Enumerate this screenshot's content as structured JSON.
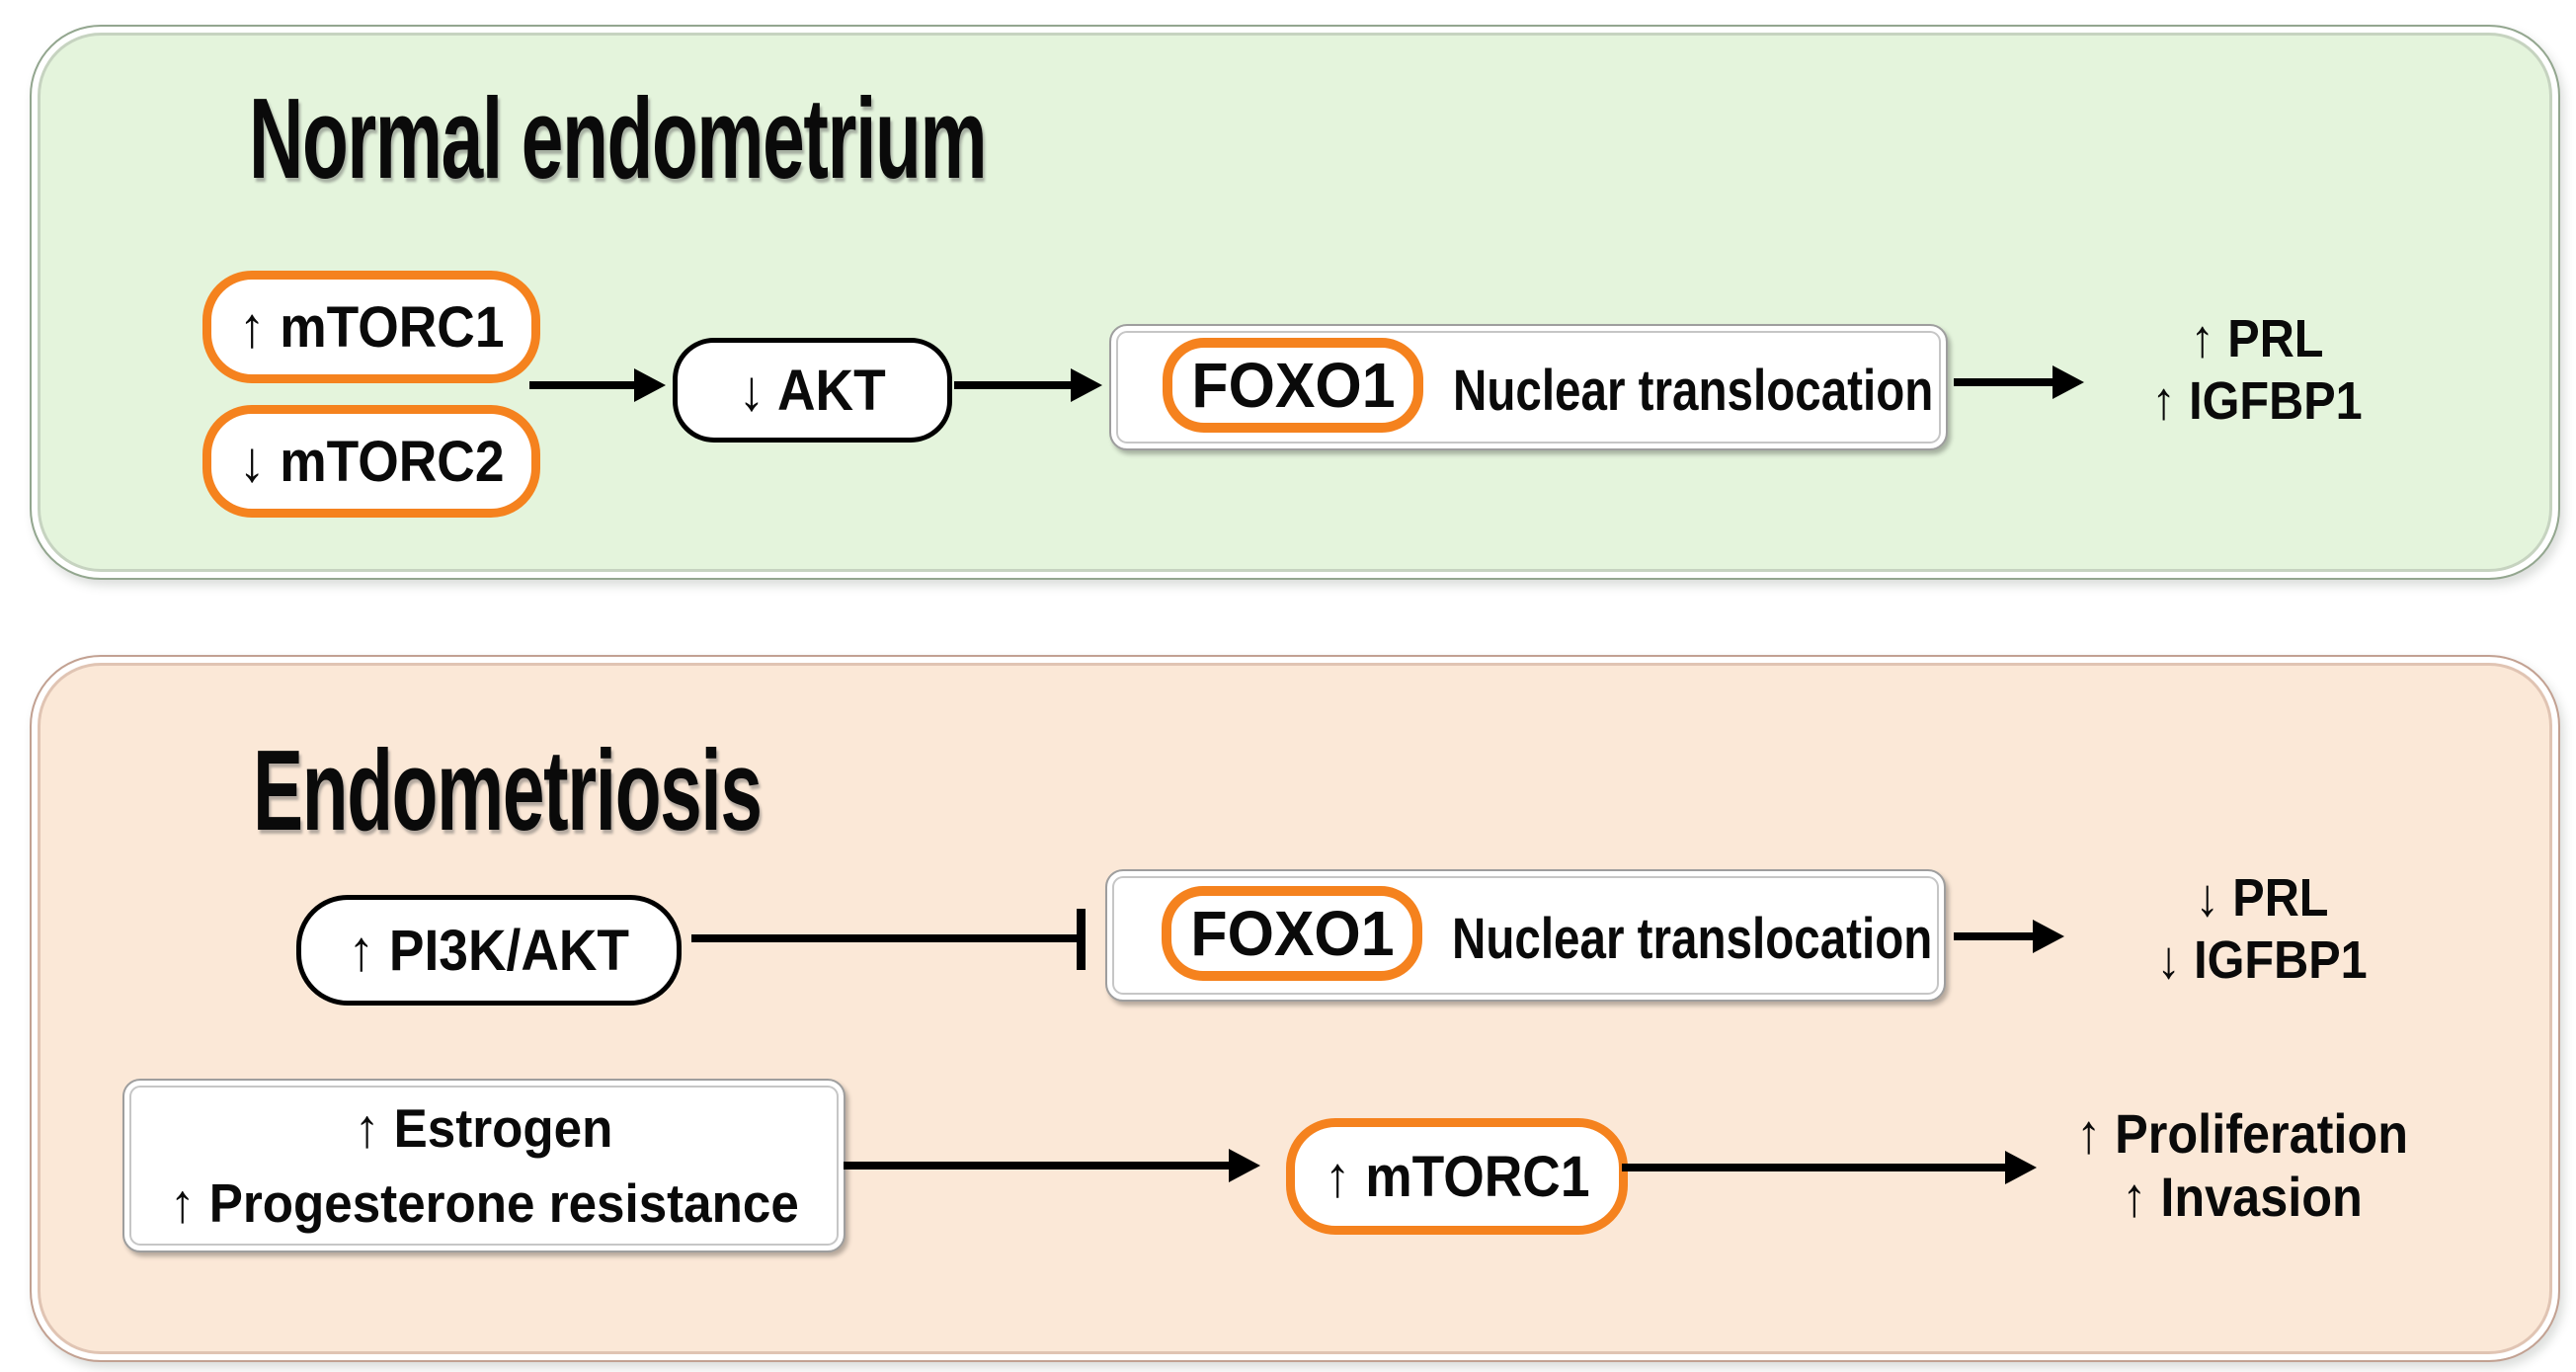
{
  "colors": {
    "accent_orange": "#f5821e",
    "panel_green_bg": "#e4f4dc",
    "panel_peach_bg": "#fbe8d7",
    "line_black": "#000000",
    "box_fill": "#ffffff"
  },
  "panels": {
    "normal": {
      "title": "Normal endometrium",
      "nodes": {
        "mtorc1": {
          "label": "↑ mTORC1"
        },
        "mtorc2": {
          "label": "↓ mTORC2"
        },
        "akt": {
          "label": "↓ AKT"
        },
        "foxo1": {
          "label": "FOXO1",
          "note": "Nuclear translocation"
        }
      },
      "outcome": {
        "line1": "↑ PRL",
        "line2": "↑ IGFBP1"
      }
    },
    "endometriosis": {
      "title": "Endometriosis",
      "nodes": {
        "pi3k_akt": {
          "label": "↑ PI3K/AKT"
        },
        "foxo1": {
          "label": "FOXO1",
          "note": "Nuclear translocation"
        },
        "estrogen_box": {
          "line1": "↑ Estrogen",
          "line2": "↑ Progesterone resistance"
        },
        "mtorc1": {
          "label": "↑ mTORC1"
        }
      },
      "outcome_foxo1": {
        "line1": "↓ PRL",
        "line2": "↓ IGFBP1"
      },
      "outcome_mtorc1": {
        "line1": "↑ Proliferation",
        "line2": "↑ Invasion"
      }
    }
  }
}
